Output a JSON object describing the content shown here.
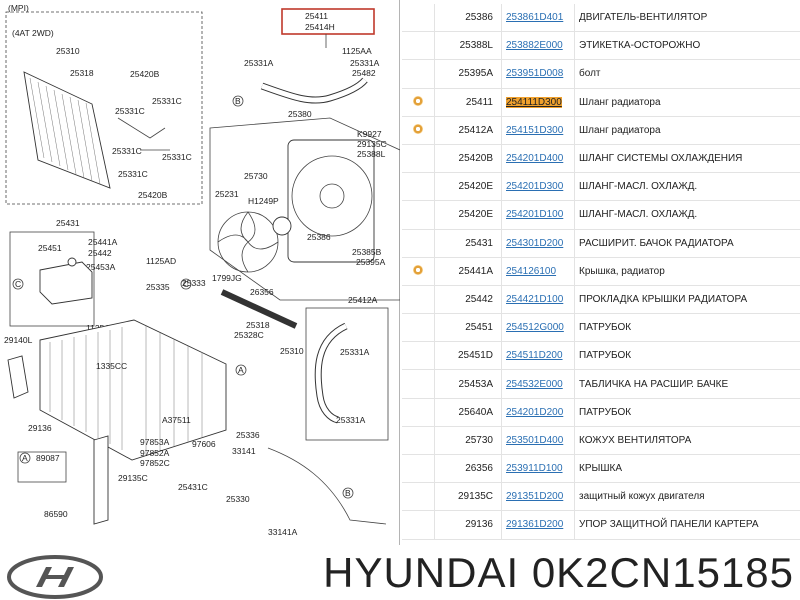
{
  "diagram": {
    "labels": {
      "mpi": "(MPI)",
      "drive": "(4AT 2WD)",
      "c25411": "25411",
      "c25414h": "25414H",
      "c25310": "25310",
      "c25318_top": "25318",
      "c25420b_top": "25420B",
      "c25331c_a": "25331C",
      "c25331c_b": "25331C",
      "c25331c_c": "25331C",
      "c25331c_d": "25331C",
      "c25420b_bot": "25420B",
      "c25331a_a": "25331A",
      "c1125aa": "1125AA",
      "c25331a_b": "25331A",
      "c25482": "25482",
      "c25380": "25380",
      "c_b_top": "B",
      "k9927": "K9927",
      "c29135c": "29135C",
      "c25388l": "25388L",
      "c25730": "25730",
      "c25231": "25231",
      "h1249p": "H1249P",
      "c25386": "25386",
      "c25385b": "25385B",
      "c25395a": "25395A",
      "c1799jg": "1799JG",
      "c25431": "25431",
      "c25451": "25451",
      "c25441a": "25441A",
      "c25442": "25442",
      "c25453a": "25453A",
      "c1125ad_a": "1125AD",
      "c_c_left": "C",
      "c25335": "25335",
      "c25333": "25333",
      "c_c_mid": "C",
      "c1125ad_b": "1125AD",
      "c26356": "26356",
      "c25412a": "25412A",
      "c29140l": "29140L",
      "c25318_mid": "25318",
      "c25328c": "25328C",
      "c25310_mid": "25310",
      "c1335cc": "1335CC",
      "c_a_mid": "A",
      "c25331a_c": "25331A",
      "c29136": "29136",
      "a37511": "A37511",
      "c25331a_d": "25331A",
      "c97853a": "97853A",
      "c97852a": "97852A",
      "c97852c": "97852C",
      "c25336": "25336",
      "c97606": "97606",
      "c33141": "33141",
      "c_a_box": "A",
      "c89087": "89087",
      "c29135c_b": "29135C",
      "c25431c": "25431C",
      "c_b_bot": "B",
      "c25330": "25330",
      "c86590": "86590",
      "c33141a": "33141A"
    }
  },
  "parts": [
    {
      "icon": "",
      "number": "25386",
      "code": "253861D401",
      "description": "ДВИГАТЕЛЬ-ВЕНТИЛЯТОР",
      "highlight": false
    },
    {
      "icon": "",
      "number": "25388L",
      "code": "253882E000",
      "description": "ЭТИКЕТКА-ОСТОРОЖНО",
      "highlight": false
    },
    {
      "icon": "",
      "number": "25395A",
      "code": "253951D008",
      "description": "болт",
      "highlight": false
    },
    {
      "icon": "gear-icon",
      "number": "25411",
      "code": "254111D300",
      "description": "Шланг радиатора",
      "highlight": true
    },
    {
      "icon": "gear-icon",
      "number": "25412A",
      "code": "254151D300",
      "description": "Шланг радиатора",
      "highlight": false
    },
    {
      "icon": "",
      "number": "25420B",
      "code": "254201D400",
      "description": "ШЛАНГ СИСТЕМЫ ОХЛАЖДЕНИЯ",
      "highlight": false
    },
    {
      "icon": "",
      "number": "25420E",
      "code": "254201D300",
      "description": "ШЛАНГ-МАСЛ. ОХЛАЖД.",
      "highlight": false
    },
    {
      "icon": "",
      "number": "25420E",
      "code": "254201D100",
      "description": "ШЛАНГ-МАСЛ. ОХЛАЖД.",
      "highlight": false
    },
    {
      "icon": "",
      "number": "25431",
      "code": "254301D200",
      "description": "РАСШИРИТ. БАЧОК РАДИАТОРА",
      "highlight": false
    },
    {
      "icon": "gear-icon",
      "number": "25441A",
      "code": "254126100",
      "description": "Крышка, радиатор",
      "highlight": false
    },
    {
      "icon": "",
      "number": "25442",
      "code": "254421D100",
      "description": "ПРОКЛАДКА КРЫШКИ РАДИАТОРА",
      "highlight": false
    },
    {
      "icon": "",
      "number": "25451",
      "code": "254512G000",
      "description": "ПАТРУБОК",
      "highlight": false
    },
    {
      "icon": "",
      "number": "25451D",
      "code": "254511D200",
      "description": "ПАТРУБОК",
      "highlight": false
    },
    {
      "icon": "",
      "number": "25453A",
      "code": "254532E000",
      "description": "ТАБЛИЧКА НА РАСШИР. БАЧКЕ",
      "highlight": false
    },
    {
      "icon": "",
      "number": "25640A",
      "code": "254201D200",
      "description": "ПАТРУБОК",
      "highlight": false
    },
    {
      "icon": "",
      "number": "25730",
      "code": "253501D400",
      "description": "КОЖУХ ВЕНТИЛЯТОРА",
      "highlight": false
    },
    {
      "icon": "",
      "number": "26356",
      "code": "253911D100",
      "description": "КРЫШКА",
      "highlight": false
    },
    {
      "icon": "",
      "number": "29135C",
      "code": "291351D200",
      "description": "защитный кожух двигателя",
      "highlight": false
    },
    {
      "icon": "",
      "number": "29136",
      "code": "291361D200",
      "description": "УПОР ЗАЩИТНОЙ ПАНЕЛИ КАРТЕРА",
      "highlight": false
    }
  ],
  "footer": {
    "brand_logo_icon": "hyundai-logo-icon",
    "text": "HYUNDAI 0K2CN15185"
  },
  "colors": {
    "highlight_bg": "#f0a12d",
    "link": "#2a6fb3",
    "callout_border": "#c0392b"
  }
}
